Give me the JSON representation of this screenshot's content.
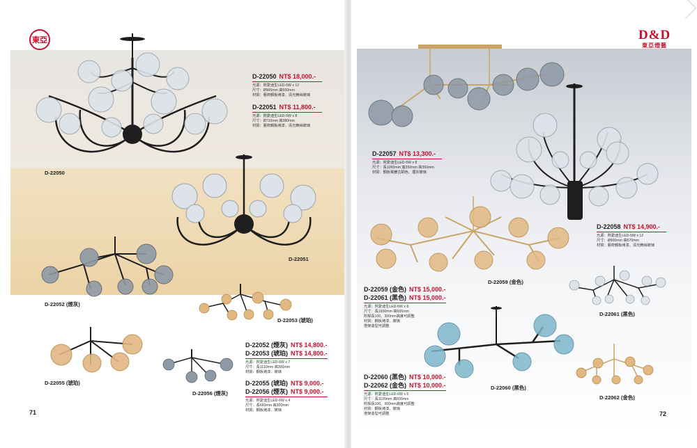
{
  "left_page": {
    "logo_text": "東亞",
    "page_number": "71",
    "products": [
      {
        "code": "D-22050",
        "price": "NT$ 18,000.-",
        "specs": [
          "光源：附愛迪生LED-5W x 12",
          "尺寸：Ø900mm 高550mm",
          "材質：藝術鋼板烤漆、清光鎢絲玻璃"
        ]
      },
      {
        "code": "D-22051",
        "price": "NT$ 11,800.-",
        "specs": [
          "光源：附愛迪生LED-5W x 8",
          "尺寸：Ø710mm 高380mm",
          "材質：藝術鋼板烤漆、清光鎢絲玻璃"
        ]
      }
    ],
    "group2": {
      "lines": [
        {
          "code": "D-22052 (煙灰)",
          "price": "NT$ 14,800.-"
        },
        {
          "code": "D-22053 (琥珀)",
          "price": "NT$ 14,800.-"
        }
      ],
      "specs": [
        "光源：附愛迪生LED-6W x 7",
        "尺寸：長1110mm 高300mm",
        "材質：鋼板烤漆、玻璃"
      ]
    },
    "group3": {
      "lines": [
        {
          "code": "D-22055 (琥珀)",
          "price": "NT$ 9,000.-"
        },
        {
          "code": "D-22056 (煙灰)",
          "price": "NT$ 9,000.-"
        }
      ],
      "specs": [
        "光源：附愛迪生LED-6W x 4",
        "尺寸：長660mm 高300mm",
        "材質：鋼板烤漆、玻璃"
      ]
    },
    "labels": {
      "d22050": "D-22050",
      "d22051": "D-22051",
      "d22052": "D-22052 (煙灰)",
      "d22053": "D-22053 (琥珀)",
      "d22055": "D-22055 (琥珀)",
      "d22056": "D-22056 (煙灰)"
    }
  },
  "right_page": {
    "logo_text": "D&D",
    "logo_sub": "東亞燈藝",
    "page_number": "72",
    "d22057": {
      "code": "D-22057",
      "price": "NT$ 13,300.-",
      "specs": [
        "光源：附愛迪生LED-5W x 8",
        "尺寸：長1000mm 寬350mm 高350mm",
        "材質：鋼板電鍍古銅色、煙灰玻璃"
      ]
    },
    "d22058": {
      "code": "D-22058",
      "price": "NT$ 14,900.-",
      "specs": [
        "光源：附愛迪生LED-5W x 12",
        "尺寸：Ø900mm 高670mm",
        "材質：藝術鋼板烤漆、清光鎢絲玻璃"
      ]
    },
    "group_59": {
      "lines": [
        {
          "code": "D-22059 (金色)",
          "price": "NT$ 15,000.-"
        },
        {
          "code": "D-22061 (黑色)",
          "price": "NT$ 15,000.-"
        }
      ],
      "specs": [
        "光源：附愛迪生LED-6W x 8",
        "尺寸：長1600mm 高600mm",
        "附桿長100、300mm高度可調整",
        "材質：鋼板烤漆、玻璃",
        "燈架造型可調整"
      ]
    },
    "group_60": {
      "lines": [
        {
          "code": "D-22060 (黑色)",
          "price": "NT$ 10,000.-"
        },
        {
          "code": "D-22062 (金色)",
          "price": "NT$ 10,000.-"
        }
      ],
      "specs": [
        "光源：附愛迪生LED-6W x 5",
        "尺寸：長1120mm 高600mm",
        "附桿長100、300mm高度可調整",
        "材質：鋼板烤漆、玻璃",
        "燈架造型可調整"
      ]
    },
    "labels": {
      "d22059": "D-22059 (金色)",
      "d22061": "D-22061 (黑色)",
      "d22060": "D-22060 (黑色)",
      "d22062": "D-22062 (金色)"
    }
  },
  "colors": {
    "price_red": "#c8102e",
    "frame_black": "#1e1e1e",
    "frame_gold": "#c9a56a",
    "glass_smoke": "#8e99a6",
    "glass_amber": "#e2b882",
    "glass_blue": "#7fb6cc",
    "glass_clear": "#dde3e8"
  }
}
